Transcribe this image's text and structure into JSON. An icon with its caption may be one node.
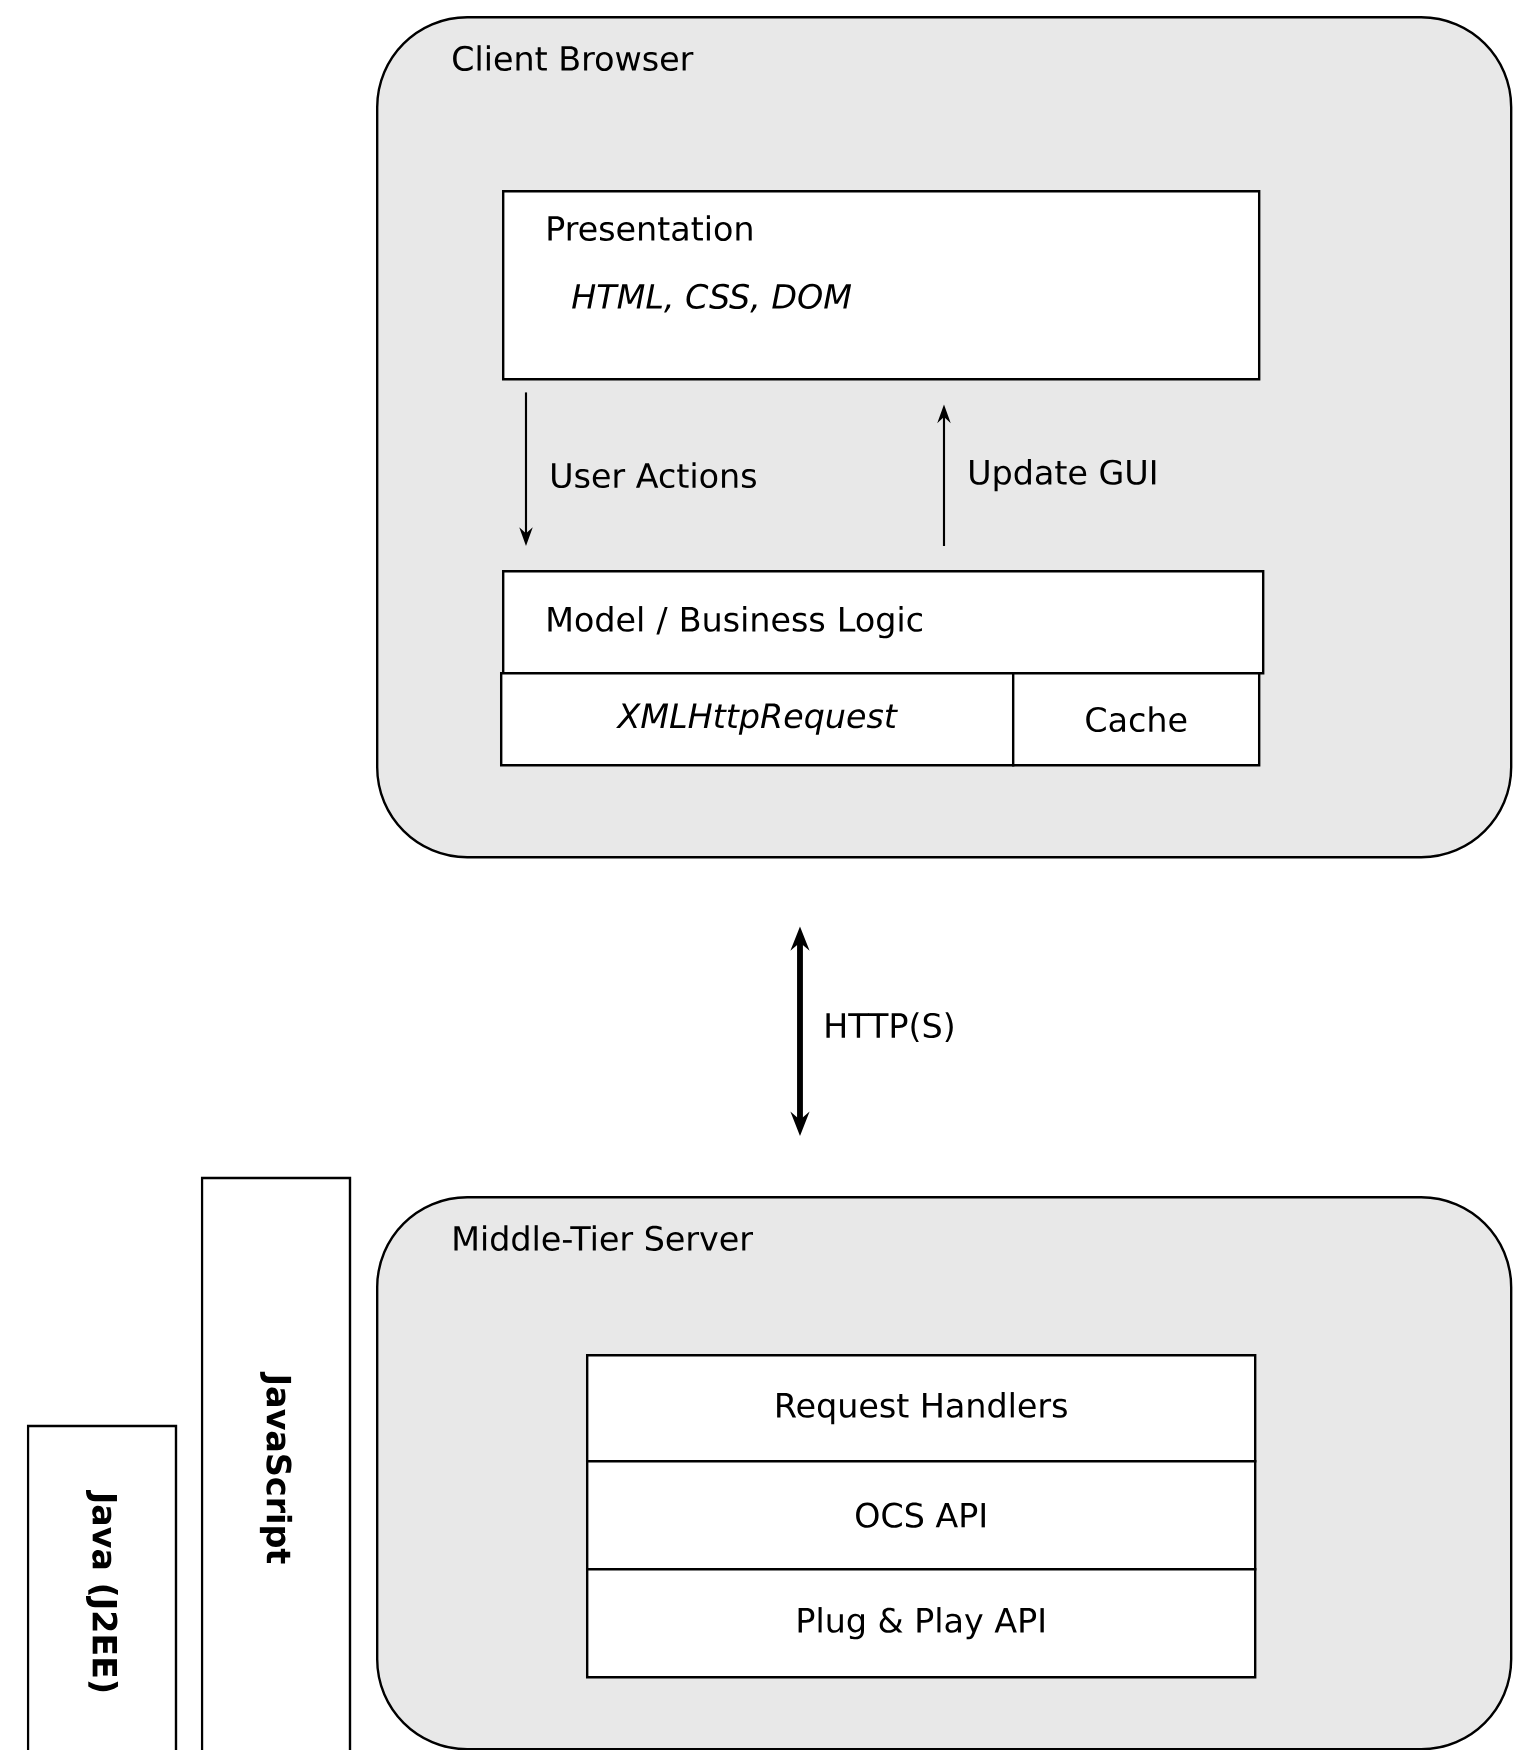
{
  "diagram": {
    "nodes": [
      {
        "text": [
          "Client Browser"
        ]
      },
      {
        "text": [
          "Presentation",
          "HTML, CSS, DOM"
        ],
        "in": 0
      },
      {
        "text": [
          "Model / Business Logic"
        ],
        "in": 0
      },
      {
        "text": [
          "XMLHttpRequest"
        ],
        "in": 0
      },
      {
        "text": [
          "Cache"
        ],
        "in": 0
      },
      {
        "text": [
          "Middle-Tier Server"
        ]
      },
      {
        "text": [
          "Request Handlers"
        ],
        "in": 5
      },
      {
        "text": [
          "OCS API"
        ],
        "in": 5
      },
      {
        "text": [
          "Plug & Play API"
        ],
        "in": 5
      },
      {
        "text": [
          "JavaScript"
        ]
      },
      {
        "text": [
          "Java (J2EE)"
        ]
      }
    ],
    "edges": [
      {
        "from": 1,
        "to": 2,
        "arrow": "to",
        "label": "User Actions"
      },
      {
        "from": 2,
        "to": 1,
        "arrow": "to",
        "label": "Update GUI"
      },
      {
        "from": 0,
        "to": 5,
        "arrow": "both",
        "label": "HTTP(S)",
        "style": "thick"
      }
    ]
  }
}
